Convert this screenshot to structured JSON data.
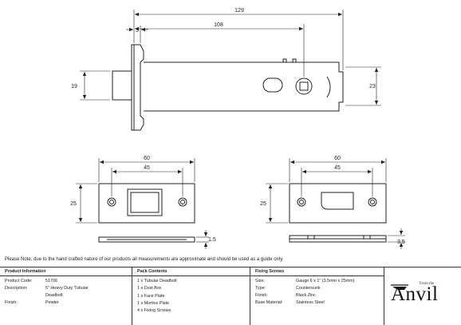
{
  "dimensions": {
    "overall_length": "129",
    "backset": "108",
    "faceplate_step": "3",
    "body_height": "19",
    "tongue_height": "23",
    "face_plate_width": "60",
    "face_plate_fix_centres": "45",
    "face_plate_height": "25",
    "face_plate_thickness": "1.5",
    "mortice_plate_width": "60",
    "mortice_plate_fix_centres": "45",
    "mortice_plate_height": "25",
    "mortice_plate_thickness": "3.5"
  },
  "note": "Please Note, due to the hand crafted nature of our products all measurements are approximate and should be used as a guide only.",
  "product_info": {
    "heading": "Product Information",
    "code_label": "Product Code:",
    "code_value": "51706",
    "description_label": "Description:",
    "description_line1": "5\" Heavy Duty Tubular",
    "description_line2": "Deadbolt",
    "finish_label": "Finish:",
    "finish_value": "Pewter"
  },
  "pack_contents": {
    "heading": "Pack Contents",
    "items": [
      "1 x Tubular Deadbolt",
      "1 x Dust Box",
      "1 x Face Plate",
      "1 x Mortice Plate",
      "4 x Fixing Screws"
    ]
  },
  "fixing_screws": {
    "heading": "Fixing Screws",
    "size_label": "Size:",
    "size_value": "Gauge 6 x 1\" (3.5mm x 25mm)",
    "type_label": "Type:",
    "type_value": "Countersunk",
    "finish_label": "Finish:",
    "finish_value": "Black Zinc",
    "base_material_label": "Base Material:",
    "base_material_value": "Stainless Steel"
  },
  "logo": {
    "wordmark": "Anvil",
    "small_text": "From the"
  }
}
